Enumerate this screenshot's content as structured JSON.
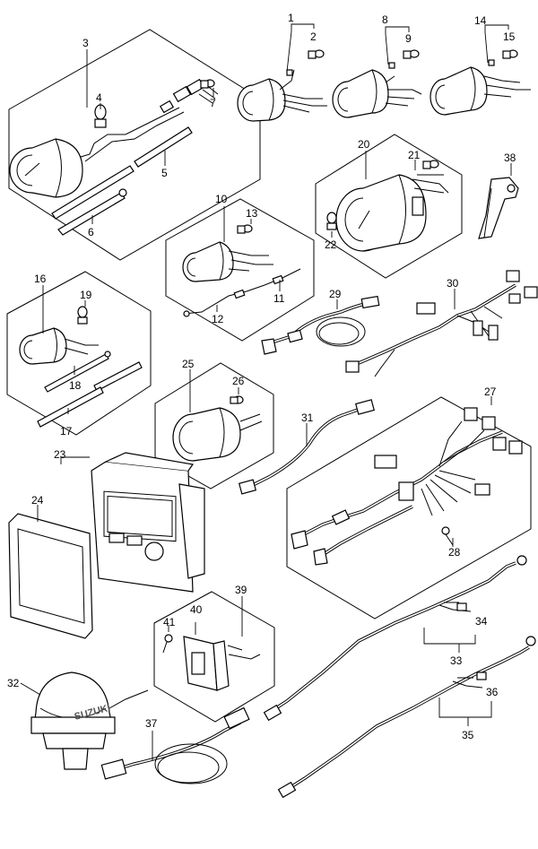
{
  "diagram": {
    "brand_text": "SUZUKI",
    "part_numbers": [
      "1",
      "2",
      "3",
      "4",
      "5",
      "6",
      "7",
      "8",
      "9",
      "10",
      "11",
      "12",
      "13",
      "14",
      "15",
      "16",
      "17",
      "18",
      "19",
      "20",
      "21",
      "22",
      "23",
      "24",
      "25",
      "26",
      "27",
      "28",
      "29",
      "30",
      "31",
      "32",
      "33",
      "34",
      "35",
      "36",
      "37",
      "38",
      "39",
      "40",
      "41"
    ]
  }
}
